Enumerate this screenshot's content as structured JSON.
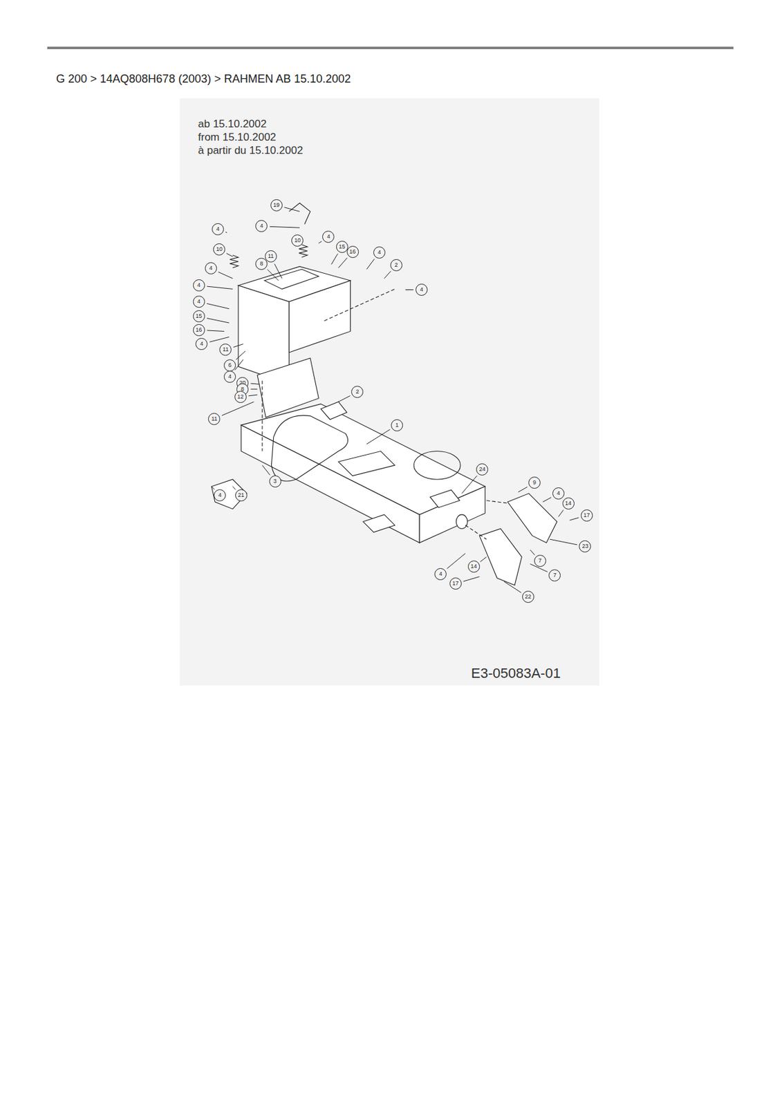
{
  "diagram": {
    "title": "G 200  >  14AQ808H678 (2003)  >  RAHMEN AB 15.10.2002",
    "labels": [
      "ab 15.10.2002",
      "from 15.10.2002",
      "à partir du 15.10.2002",
      "19",
      "4",
      "4",
      "4",
      "10",
      "10",
      "11",
      "15",
      "16",
      "4",
      "8",
      "2",
      "4",
      "4",
      "4",
      "4",
      "15",
      "16",
      "4",
      "11",
      "6",
      "4",
      "20",
      "8",
      "12",
      "2",
      "11",
      "1",
      "24",
      "3",
      "4",
      "21",
      "9",
      "4",
      "14",
      "17",
      "23",
      "7",
      "4",
      "14",
      "7",
      "17",
      "22",
      "E3-05083A-01"
    ]
  }
}
